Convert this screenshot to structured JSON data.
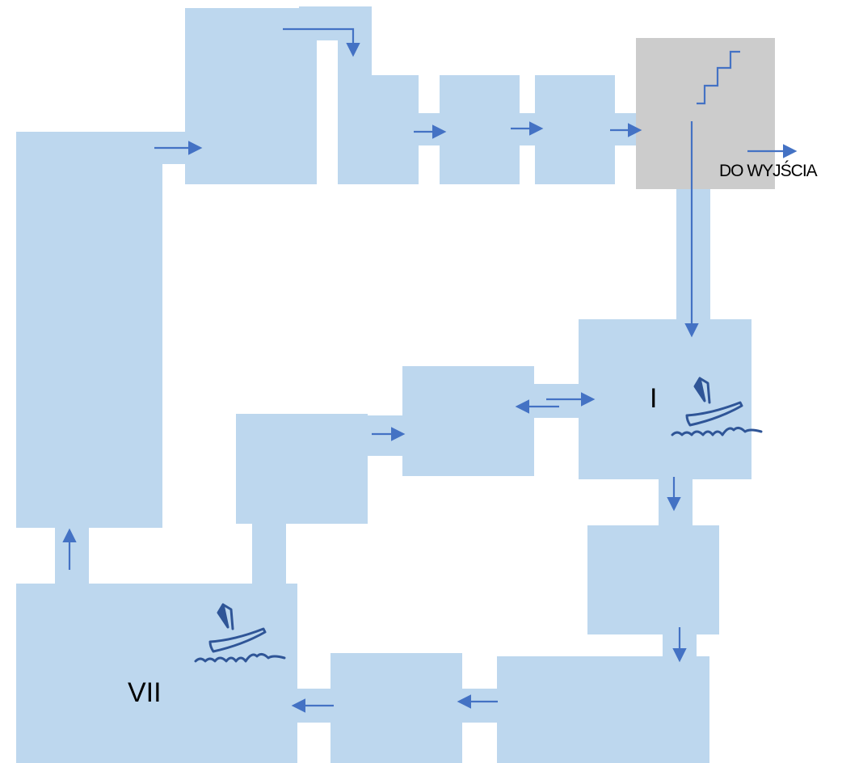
{
  "colors": {
    "room": "#bdd7ee",
    "stairs": "#cccccc",
    "arrow": "#4472c4",
    "boat": "#2f5597",
    "text": "#000000"
  },
  "labels": {
    "exit": "DO WYJŚCIA",
    "room_i": "I",
    "room_vii": "VII"
  },
  "icons": {
    "stairs": "stairs-icon",
    "boat": "boat-icon"
  }
}
